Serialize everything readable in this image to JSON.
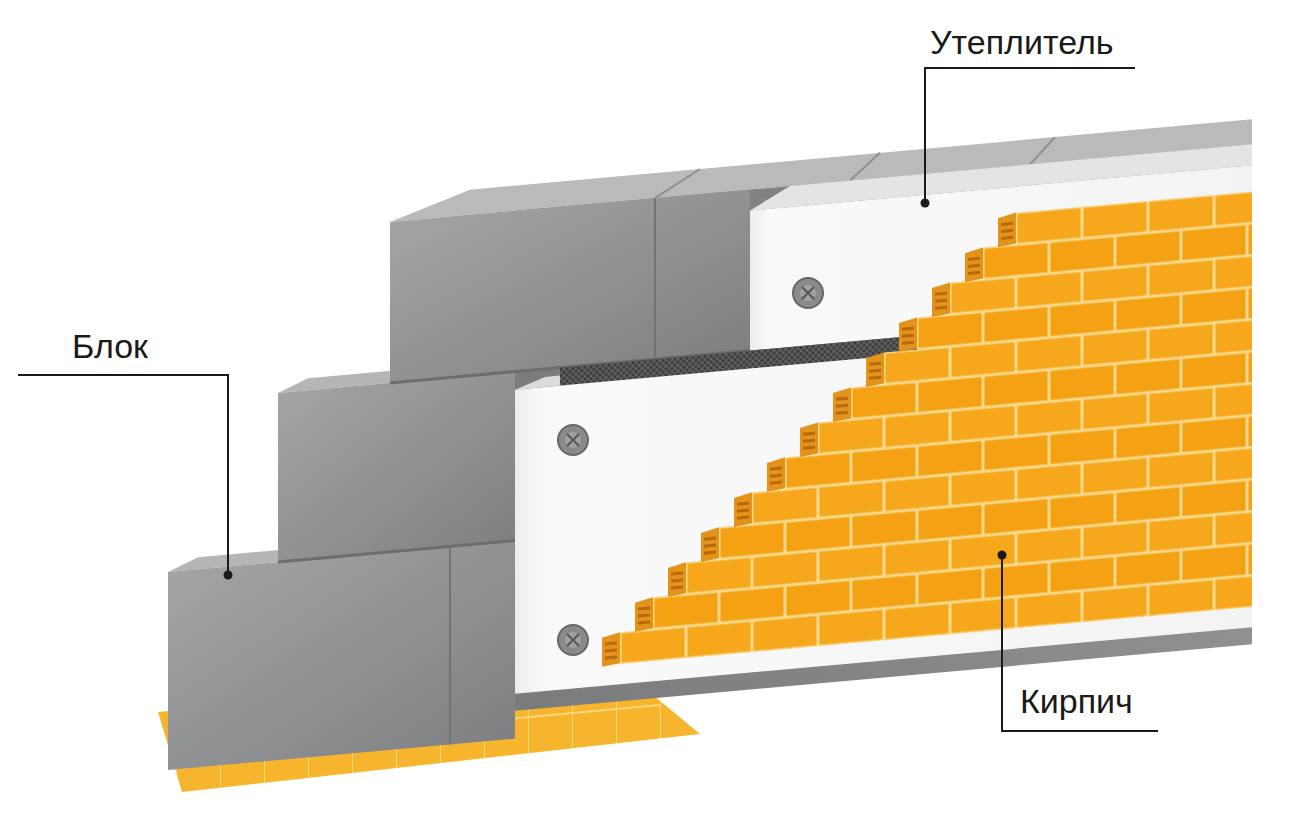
{
  "diagram": {
    "labels": [
      "Утеплитель",
      "Блок",
      "Кирпич"
    ]
  }
}
